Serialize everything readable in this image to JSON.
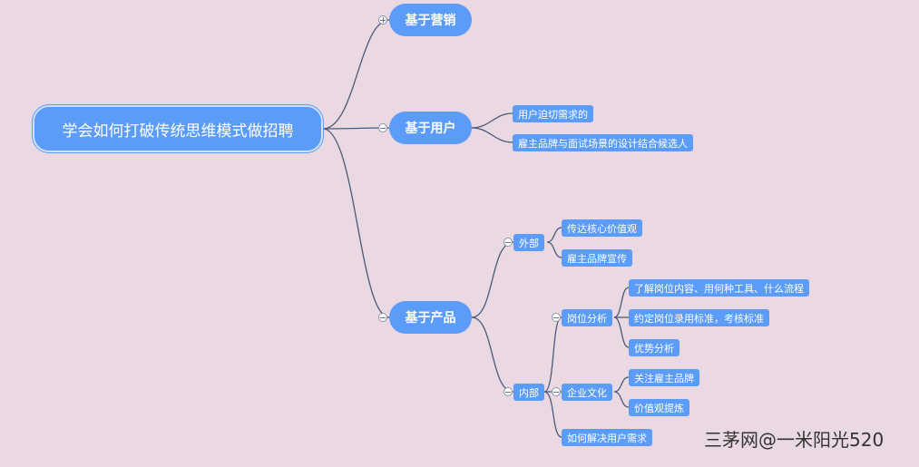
{
  "root": {
    "label": "学会如何打破传统思维模式做招聘"
  },
  "branches": {
    "marketing": {
      "label": "基于营销"
    },
    "user": {
      "label": "基于用户",
      "children": [
        "用户迫切需求的",
        "雇主品牌与面试场景的设计结合候选人"
      ]
    },
    "product": {
      "label": "基于产品",
      "external": {
        "label": "外部",
        "children": [
          "传达核心价值观",
          "雇主品牌宣传"
        ]
      },
      "internal": {
        "label": "内部",
        "job_analysis": {
          "label": "岗位分析",
          "children": [
            "了解岗位内容、用何种工具、什么流程",
            "约定岗位录用标准，考核标准",
            "优势分析"
          ]
        },
        "culture": {
          "label": "企业文化",
          "children": [
            "关注雇主品牌",
            "价值观提炼"
          ]
        },
        "solve": {
          "label": "如何解决用户需求"
        }
      }
    }
  },
  "watermark": "三茅网@一米阳光520",
  "colors": {
    "background": "#ead8e3",
    "node": "#5b9cf8",
    "line": "#4a5a7a"
  }
}
